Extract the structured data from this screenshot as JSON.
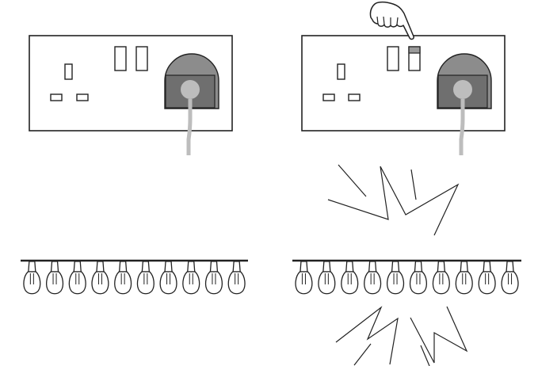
{
  "colors": {
    "line": "#222222",
    "plug_housing": "#8c8c8c",
    "plug_face": "#6f6f6f",
    "cable": "#bdbdbd",
    "switch_fill": "#9a9a9a",
    "background": "#ffffff"
  },
  "panels": [
    {
      "name": "left-panel",
      "socket": true,
      "switch_on": false,
      "hand": false,
      "sparks": false,
      "bulb_count": 10
    },
    {
      "name": "right-panel",
      "socket": true,
      "switch_on": true,
      "hand": true,
      "sparks": true,
      "bulb_count": 10
    }
  ],
  "icons": [
    "wall-socket-icon",
    "plug-icon",
    "pointing-hand-icon",
    "spark-burst-icon",
    "light-bulb-icon"
  ]
}
